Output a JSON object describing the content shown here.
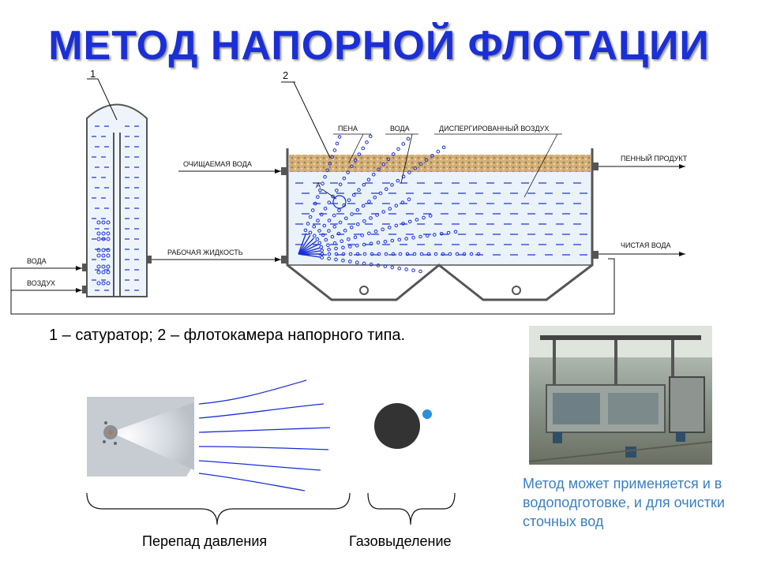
{
  "title": "МЕТОД НАПОРНОЙ ФЛОТАЦИИ",
  "diagram": {
    "callout_1": "1",
    "callout_2": "2",
    "label_foam": "ПЕНА",
    "label_water": "ВОДА",
    "label_dispersed_air": "ДИСПЕРГИРОВАННЫЙ ВОЗДУХ",
    "label_treated_water": "ОЧИЩАЕМАЯ ВОДА",
    "label_working_liquid": "РАБОЧАЯ ЖИДКОСТЬ",
    "label_water_in": "ВОДА",
    "label_air_in": "ВОЗДУХ",
    "label_foam_product": "ПЕННЫЙ ПРОДУКТ",
    "label_clean_water": "ЧИСТАЯ ВОДА",
    "label_a": "А"
  },
  "caption": "1 – сатуратор; 2 – флотокамера напорного типа.",
  "brace_pressure": "Перепад давления",
  "brace_gas": "Газовыделение",
  "note": "Метод может применяется и в водоподготовке, и для очистки сточных вод",
  "colors": {
    "title": "#1a2fd6",
    "water_lines": "#1a2fd6",
    "tank_fill": "#e9f2fb",
    "foam": "#c8a46a",
    "note": "#3a7fc2",
    "bubble": "#2a8fdc",
    "particle": "#333333"
  }
}
